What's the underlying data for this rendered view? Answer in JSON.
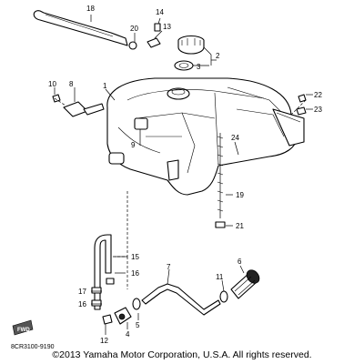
{
  "callouts": {
    "c1": "1",
    "c2": "2",
    "c3": "3",
    "c4": "4",
    "c5": "5",
    "c6": "6",
    "c7": "7",
    "c8": "8",
    "c9": "9",
    "c10": "10",
    "c11": "11",
    "c12": "12",
    "c13": "13",
    "c14": "14",
    "c15": "15",
    "c16a": "16",
    "c16b": "16",
    "c17": "17",
    "c18": "18",
    "c19": "19",
    "c20": "20",
    "c21": "21",
    "c22": "22",
    "c23": "23",
    "c24": "24"
  },
  "diagram_code": "8CR3100-9190",
  "fwd_badge": "FWD",
  "copyright": "©2013 Yamaha Motor Corporation, U.S.A. All rights reserved."
}
